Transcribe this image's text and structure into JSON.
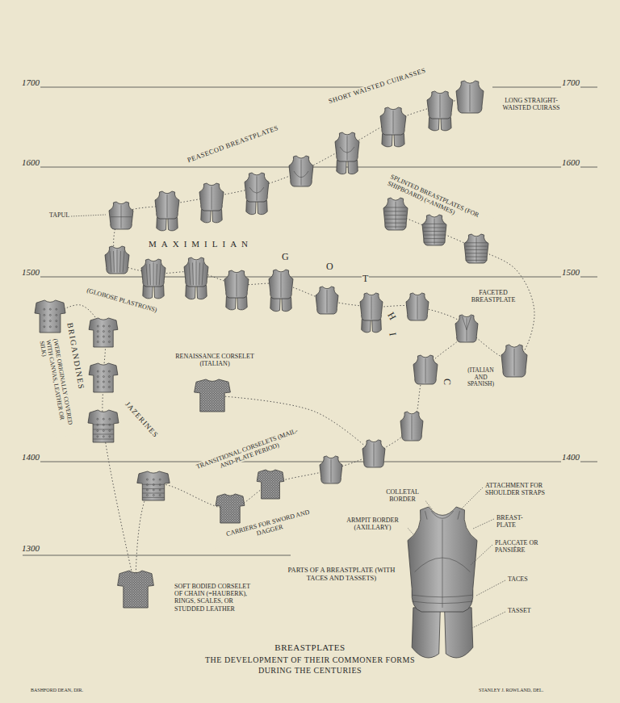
{
  "diagram": {
    "title": "BREASTPLATES",
    "caption": "THE DEVELOPMENT OF THEIR COMMONER FORMS DURING THE CENTURIES",
    "labels": [
      "1700",
      "1700",
      "LONG STRAIGHT-WAISTED CUIRASS",
      "SHORT WAISTED CUIRASSES",
      "PEASECOD BREASTPLATES",
      "1600",
      "1600",
      "SPLINTED BREASTPLATES (FOR SHIPBOARD) (=ANIMES)",
      "TAPUL",
      "MAXIMILIAN",
      "G",
      "O",
      "T",
      "H",
      "I",
      "C",
      "1500",
      "1500",
      "(GLOBOSE PLASTRONS)",
      "FACETED BREASTPLATE",
      "BRIGANDINES",
      "(WERE ORIGINALLY COVERED WITH CANVAS, LEATHER OR SILK)",
      "RENAISSANCE CORSELET (ITALIAN)",
      "(ITALIAN AND SPANISH)",
      "JAZERINES",
      "1400",
      "1400",
      "TRANSITIONAL CORSELETS (MAIL-AND-PLATE PERIOD)",
      "COLLETAL BORDER",
      "ATTACHMENT FOR SHOULDER STRAPS",
      "ARMPIT BORDER (AXILLARY)",
      "BREAST-PLATE",
      "CARRIERS FOR SWORD AND DAGGER",
      "PLACCATE OR PANSIÈRE",
      "1300",
      "SOFT BODIED CORSELET OF CHAIN (=HAUBERK), RINGS, SCALES, OR STUDDED LEATHER",
      "PARTS OF A BREASTPLATE (WITH TACES AND TASSETS)",
      "TACES",
      "TASSET",
      "BASHFORD DEAN, DIR.",
      "STANLEY J. ROWLAND, DEL."
    ]
  }
}
